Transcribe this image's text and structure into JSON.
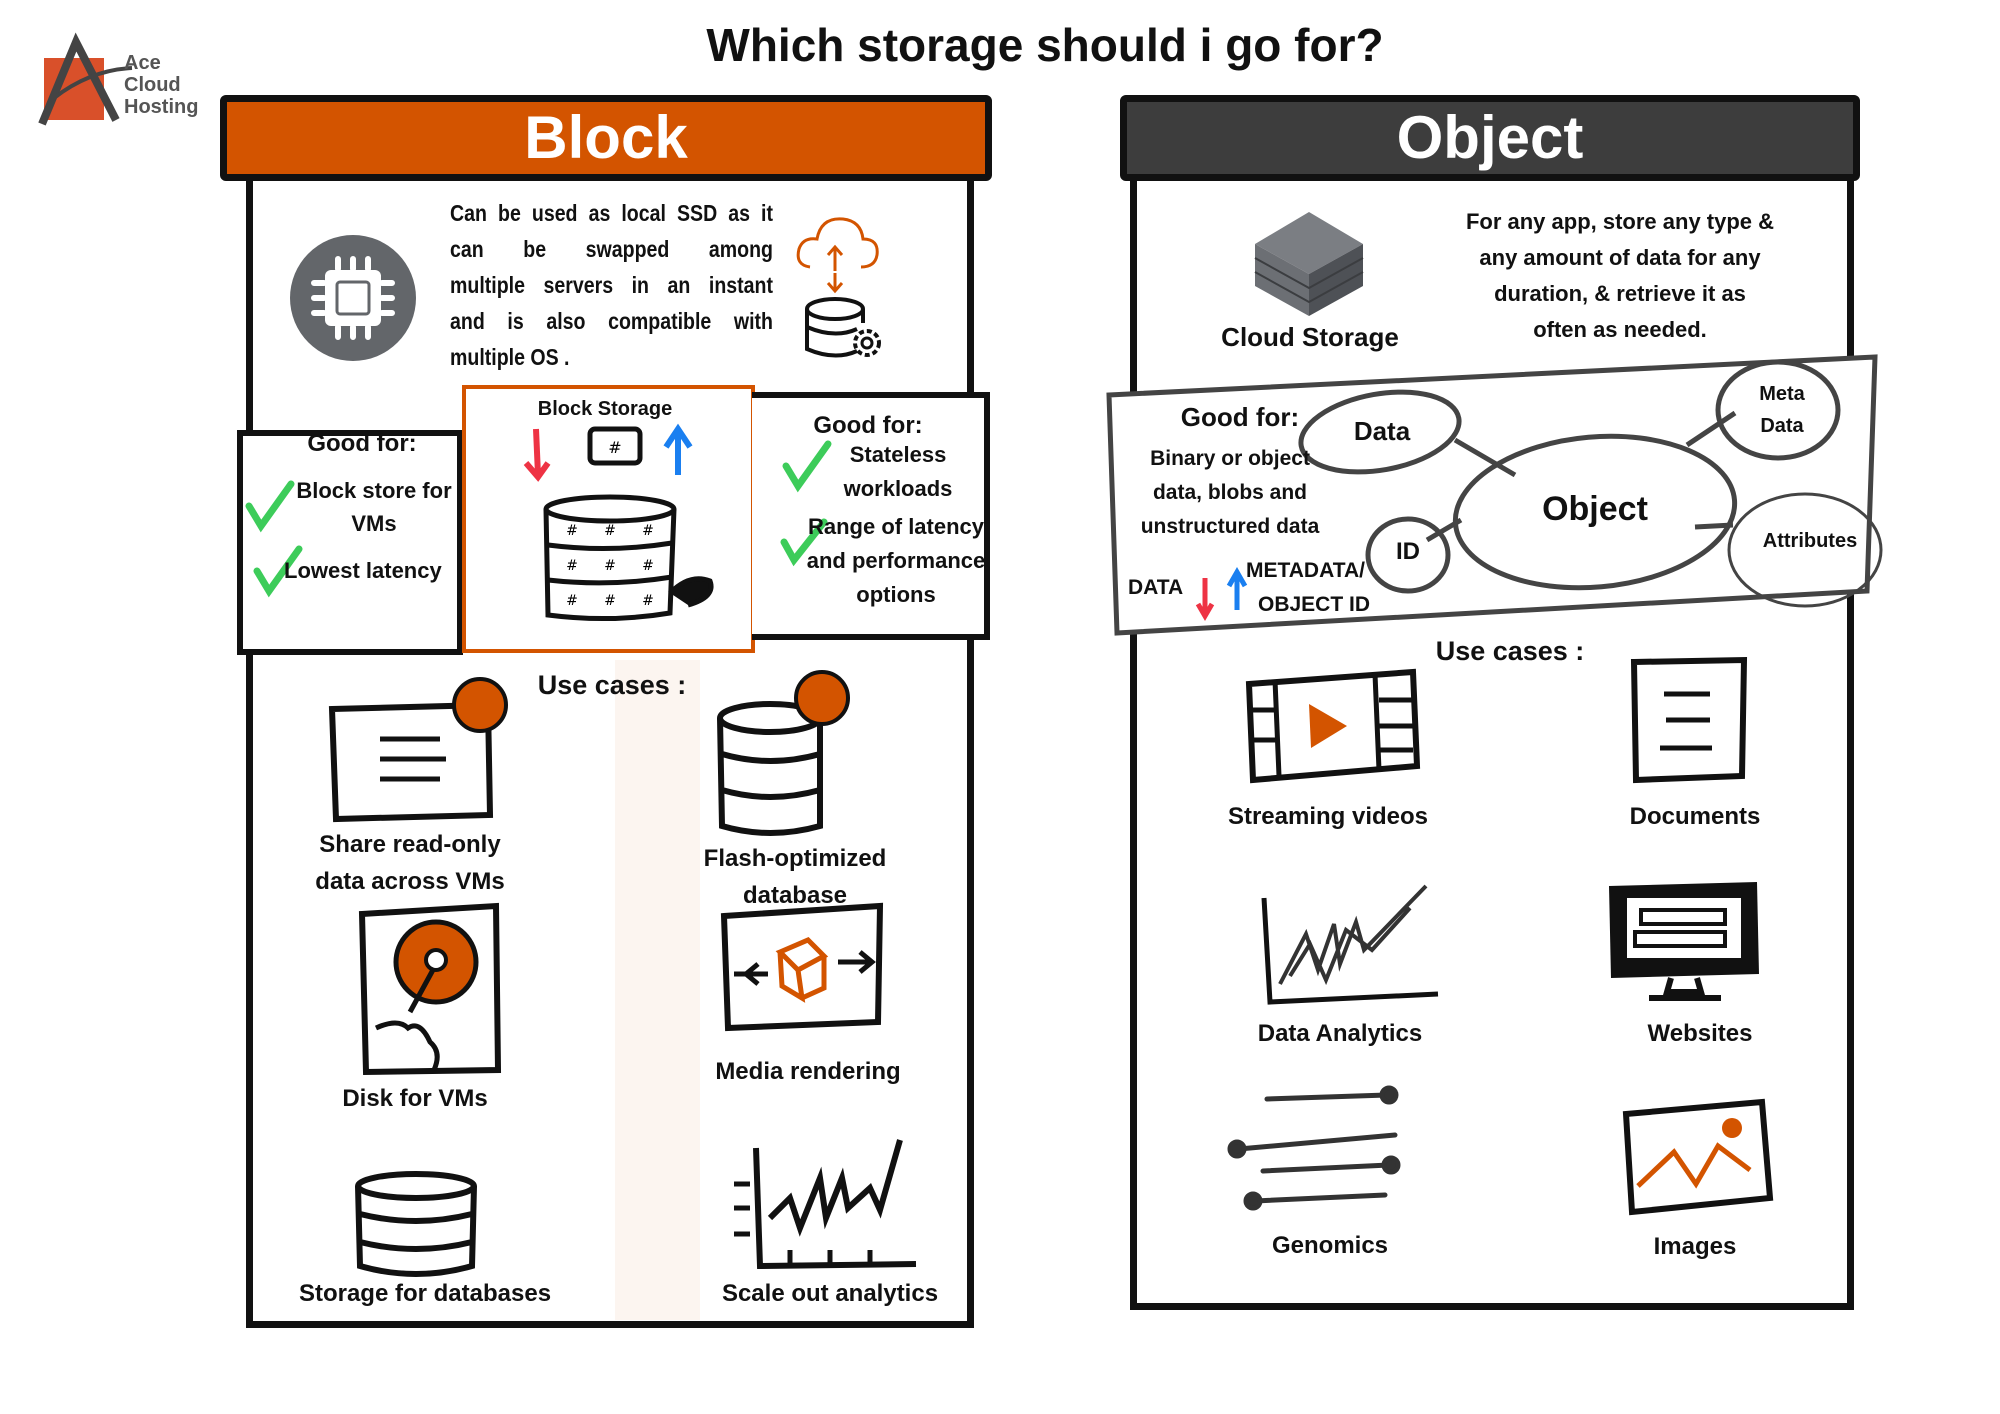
{
  "title": "Which storage should i go for?",
  "logo": {
    "line1": "Ace",
    "line2": "Cloud",
    "line3": "Hosting"
  },
  "colors": {
    "orange": "#d35400",
    "dark": "#3d3d3d",
    "green": "#3dcc5a",
    "red": "#ee3344",
    "blue": "#1a7ff0",
    "gray": "#63666a"
  },
  "block": {
    "header": "Block",
    "description": [
      "Can be used as local SSD as it",
      "can be swapped among",
      "multiple servers in an instant",
      "and is also compatible with",
      "multiple OS ."
    ],
    "good_for_left": {
      "title": "Good for:",
      "items": [
        "Block store for",
        "VMs",
        "Lowest latency"
      ]
    },
    "center_label": "Block Storage",
    "good_for_right": {
      "title": "Good for:",
      "items": [
        "Stateless",
        "workloads",
        "Range of latency",
        "and performance",
        "options"
      ]
    },
    "use_cases_label": "Use cases :",
    "use_cases": [
      {
        "line1": "Share read-only",
        "line2": "data across VMs"
      },
      {
        "line1": "Flash-optimized",
        "line2": "database"
      },
      {
        "line1": "Disk for VMs"
      },
      {
        "line1": "Media rendering"
      },
      {
        "line1": "Storage for databases"
      },
      {
        "line1": "Scale out analytics"
      }
    ]
  },
  "object": {
    "header": "Object",
    "cloud_label": "Cloud Storage",
    "description": [
      "For any app, store any type &",
      "any amount of data for any",
      "duration, & retrieve it as",
      "often as needed."
    ],
    "good_for": {
      "title": "Good for:",
      "lines": [
        "Binary or object",
        "data, blobs and",
        "unstructured data"
      ]
    },
    "diagram": {
      "center": "Object",
      "data": "Data",
      "meta1": "Meta",
      "meta2": "Data",
      "id": "ID",
      "attributes": "Attributes",
      "flow_data": "DATA",
      "flow_meta1": "METADATA/",
      "flow_meta2": "OBJECT ID"
    },
    "use_cases_label": "Use cases :",
    "use_cases": [
      "Streaming videos",
      "Documents",
      "Data Analytics",
      "Websites",
      "Genomics",
      "Images"
    ]
  }
}
